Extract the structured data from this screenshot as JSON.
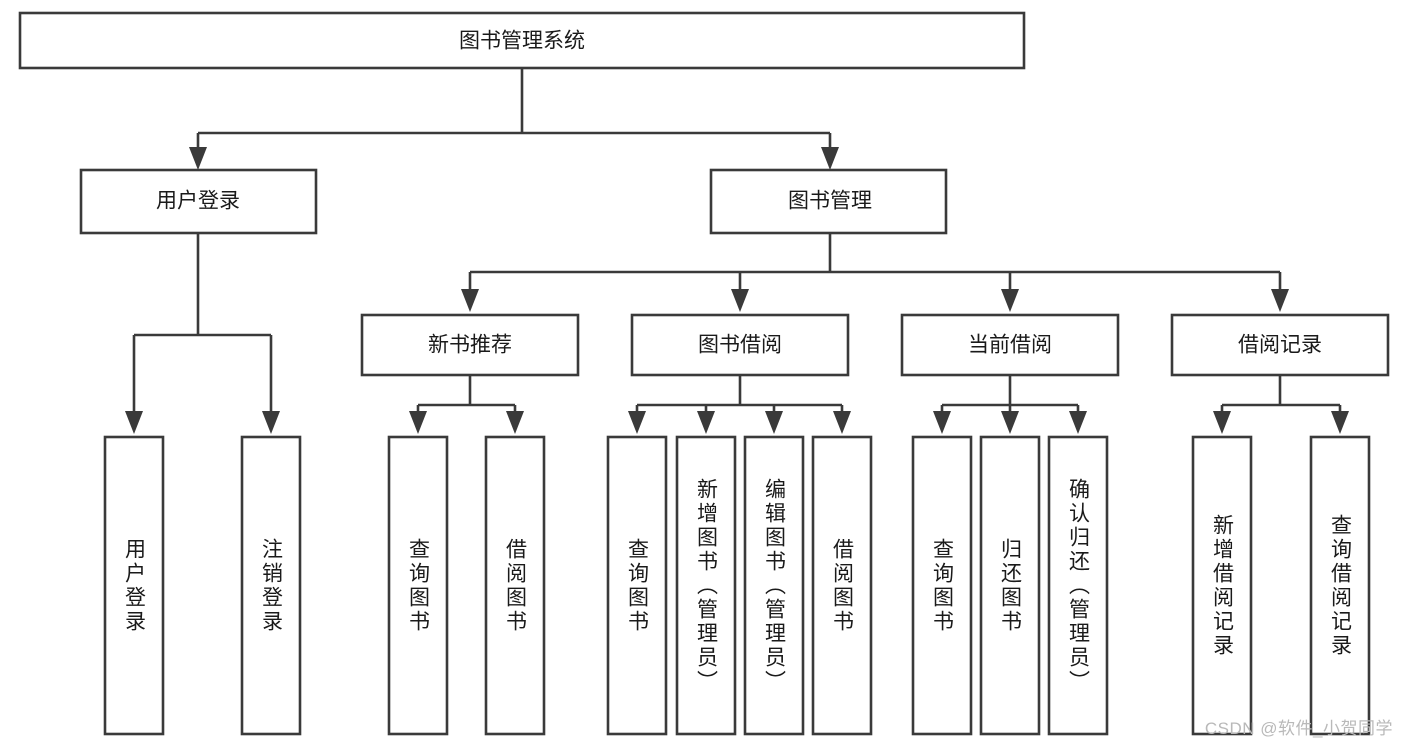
{
  "diagram": {
    "title": "图书管理系统",
    "type": "hierarchy-tree",
    "watermark": "CSDN @软件_小贺同学",
    "colors": {
      "box_stroke": "#3a3a3a",
      "box_fill": "#ffffff",
      "text": "#1a1a1a",
      "connector": "#3a3a3a",
      "watermark": "#b9b9b9",
      "background": "#ffffff"
    },
    "levels": {
      "root": {
        "label": "图书管理系统"
      },
      "level2": [
        {
          "label": "用户登录"
        },
        {
          "label": "图书管理"
        }
      ],
      "level3": [
        {
          "label": "新书推荐"
        },
        {
          "label": "图书借阅"
        },
        {
          "label": "当前借阅"
        },
        {
          "label": "借阅记录"
        }
      ],
      "leaves": {
        "user_login": [
          {
            "label": "用户登录"
          },
          {
            "label": "注销登录"
          }
        ],
        "new_book_recommend": [
          {
            "label": "查询图书"
          },
          {
            "label": "借阅图书"
          }
        ],
        "book_borrow": [
          {
            "label": "查询图书"
          },
          {
            "label": "新增图书（管理员）"
          },
          {
            "label": "编辑图书（管理员）"
          },
          {
            "label": "借阅图书"
          }
        ],
        "current_borrow": [
          {
            "label": "查询图书"
          },
          {
            "label": "归还图书"
          },
          {
            "label": "确认归还（管理员）"
          }
        ],
        "borrow_records": [
          {
            "label": "新增借阅记录"
          },
          {
            "label": "查询借阅记录"
          }
        ]
      }
    }
  }
}
